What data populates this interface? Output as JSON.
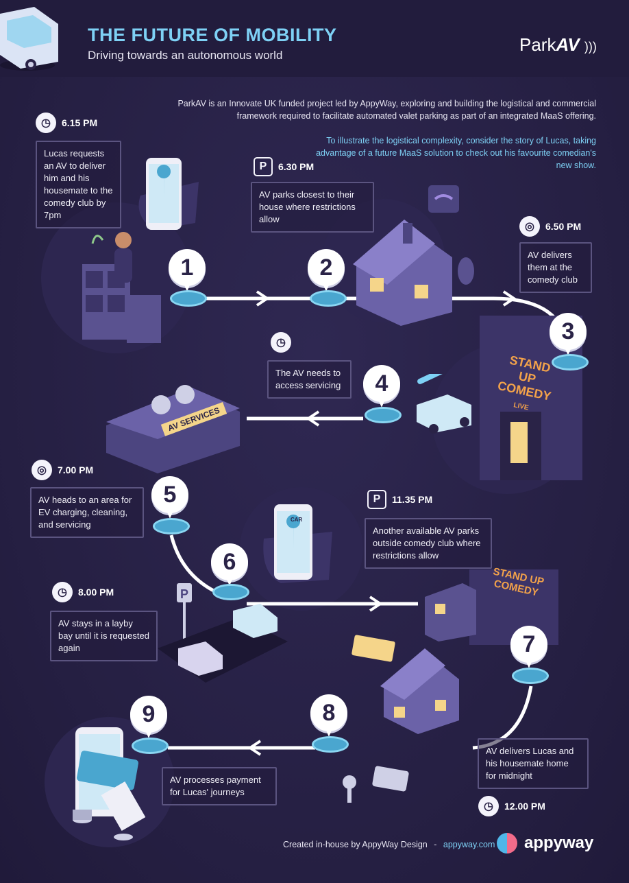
{
  "header": {
    "title": "THE FUTURE OF MOBILITY",
    "subtitle": "Driving towards an autonomous world",
    "logo_main": "Park",
    "logo_accent": "AV"
  },
  "intro": {
    "paragraph": "ParkAV is an Innovate UK funded project led by AppyWay, exploring and building the logistical and commercial framework required to facilitate automated valet parking as part of an integrated MaaS offering.",
    "highlight": "To illustrate the logistical complexity, consider the story of Lucas, taking advantage of a future MaaS solution to check out his favourite comedian's new show."
  },
  "steps": [
    {
      "num": "1",
      "time": "6.15 PM",
      "icon": "clock-icon",
      "text": "Lucas requests an AV to deliver him and his housemate to the comedy club by 7pm"
    },
    {
      "num": "2",
      "time": "6.30 PM",
      "icon": "parking-icon",
      "text": "AV parks closest to their house where restrictions allow"
    },
    {
      "num": "3",
      "time": "6.50 PM",
      "icon": "steering-wheel-icon",
      "text": "AV delivers them at the comedy club"
    },
    {
      "num": "4",
      "time": "",
      "icon": "clock-icon",
      "text": "The AV needs to access servicing"
    },
    {
      "num": "5",
      "time": "7.00 PM",
      "icon": "steering-wheel-icon",
      "text": "AV heads to an area for EV charging, cleaning, and servicing"
    },
    {
      "num": "6",
      "time": "8.00 PM",
      "icon": "clock-icon",
      "text": "AV stays in a layby bay until it is requested again"
    },
    {
      "num": "7",
      "time": "11.35 PM",
      "icon": "parking-icon",
      "text": "Another available AV parks outside comedy club where restrictions allow"
    },
    {
      "num": "8",
      "time": "12.00 PM",
      "icon": "clock-icon",
      "text": "AV delivers Lucas and his housemate home for midnight"
    },
    {
      "num": "9",
      "time": "",
      "icon": "",
      "text": "AV processes payment for Lucas' journeys"
    }
  ],
  "signs": {
    "services": "AV SERVICES",
    "comedy": "STAND UP COMEDY",
    "live": "LIVE",
    "car": "CAR"
  },
  "footer": {
    "credit": "Created in-house by AppyWay Design",
    "sep": "-",
    "link": "appyway.com",
    "brand": "appyway"
  },
  "colors": {
    "accent": "#7ed1f5",
    "background": "#2a2347",
    "pin_base": "#4aa6cf",
    "brand_pink": "#f26b8a"
  }
}
